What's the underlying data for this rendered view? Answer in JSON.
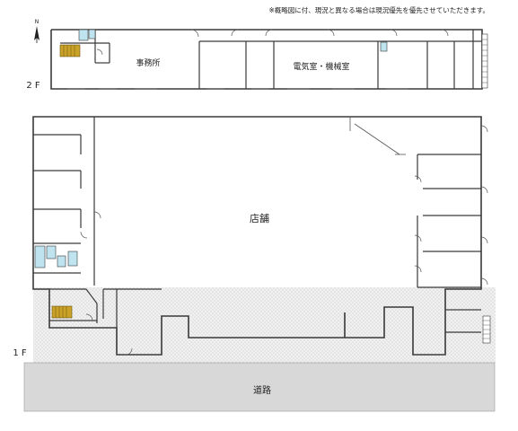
{
  "notice": "※概略図に付、現況と異なる場合は現況優先を優先させていただきます。",
  "compass_label": "N",
  "floors": {
    "second": {
      "label": "2 F",
      "rooms": {
        "office": "事務所",
        "machine_room": "電気室・機械室"
      }
    },
    "first": {
      "label": "1 F",
      "rooms": {
        "store": "店舗"
      }
    }
  },
  "road_label": "道路",
  "colors": {
    "wall": "#3a3a3a",
    "stair": "#c9a227",
    "fixture": "#bfe4f0",
    "road": "#d8d8d8",
    "paving": "#ededed"
  }
}
